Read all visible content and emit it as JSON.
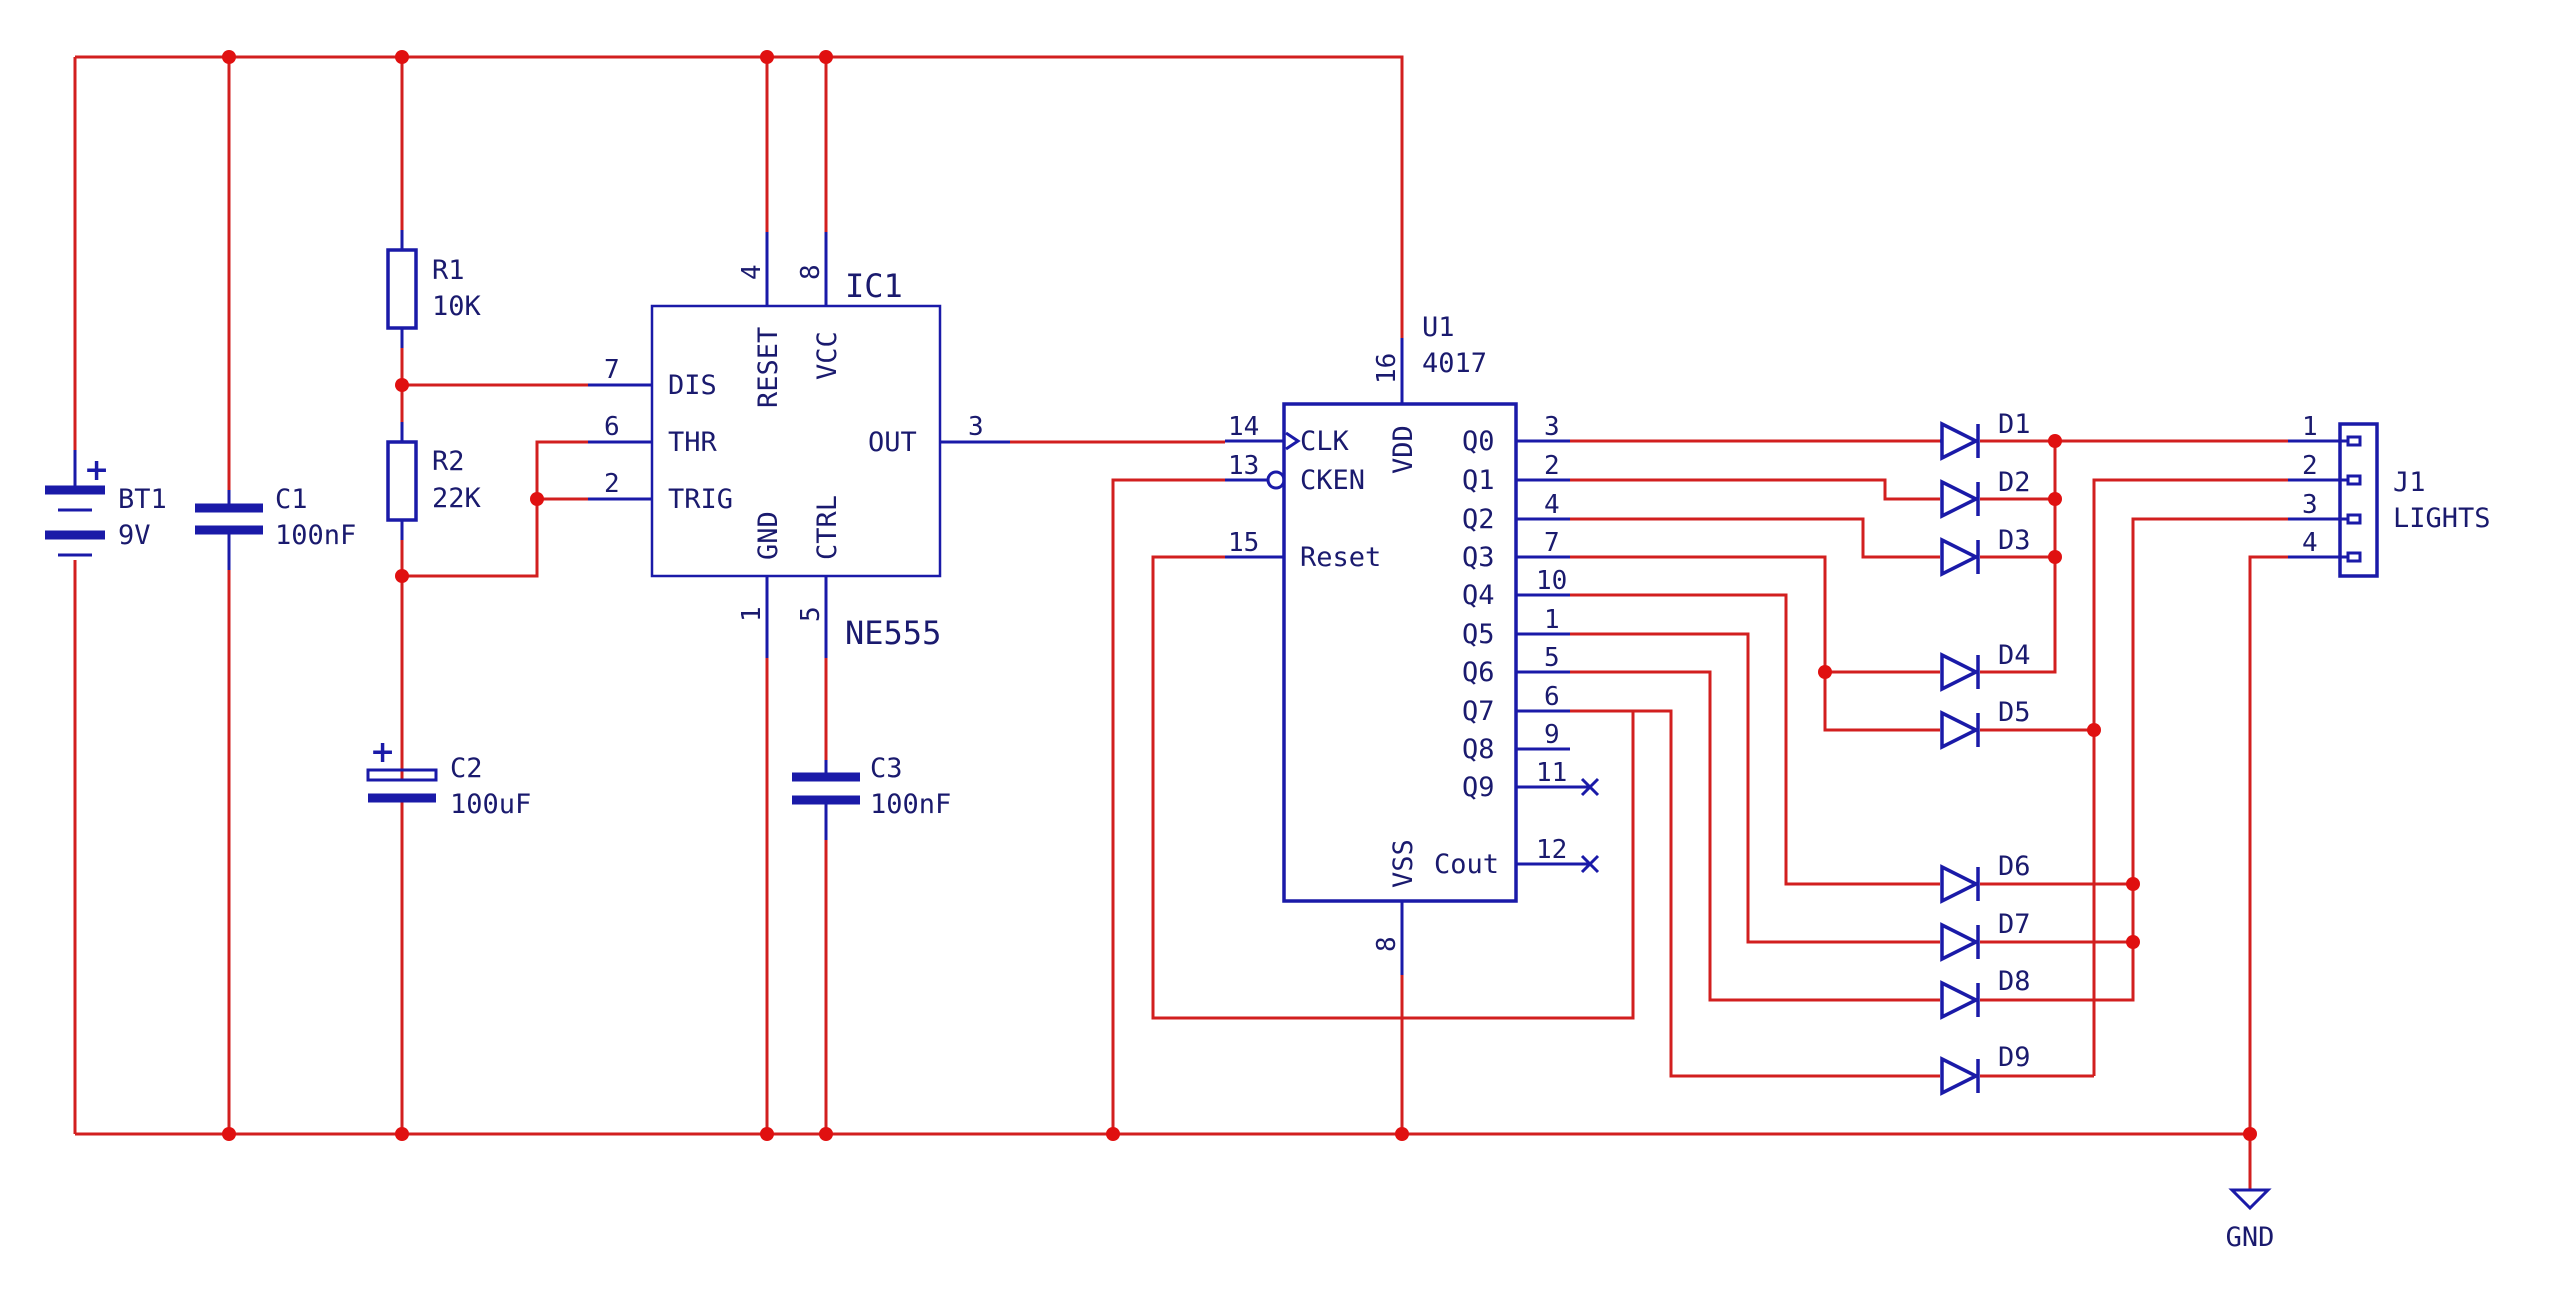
{
  "battery": {
    "ref": "BT1",
    "value": "9V",
    "plus": "+"
  },
  "c1": {
    "ref": "C1",
    "value": "100nF"
  },
  "r1": {
    "ref": "R1",
    "value": "10K"
  },
  "r2": {
    "ref": "R2",
    "value": "22K"
  },
  "c2": {
    "ref": "C2",
    "value": "100uF",
    "plus": "+"
  },
  "c3": {
    "ref": "C3",
    "value": "100nF"
  },
  "ic1": {
    "ref": "IC1",
    "value": "NE555",
    "pins": {
      "dis": {
        "name": "DIS",
        "num": "7"
      },
      "thr": {
        "name": "THR",
        "num": "6"
      },
      "trig": {
        "name": "TRIG",
        "num": "2"
      },
      "reset": {
        "name": "RESET",
        "num": "4"
      },
      "vcc": {
        "name": "VCC",
        "num": "8"
      },
      "out": {
        "name": "OUT",
        "num": "3"
      },
      "gnd": {
        "name": "GND",
        "num": "1"
      },
      "ctrl": {
        "name": "CTRL",
        "num": "5"
      }
    }
  },
  "u1": {
    "ref": "U1",
    "value": "4017",
    "pins": {
      "vdd": {
        "name": "VDD",
        "num": "16"
      },
      "vss": {
        "name": "VSS",
        "num": "8"
      },
      "clk": {
        "name": "CLK",
        "num": "14"
      },
      "cken": {
        "name": "CKEN",
        "num": "13"
      },
      "reset": {
        "name": "Reset",
        "num": "15"
      },
      "cout": {
        "name": "Cout",
        "num": "12"
      },
      "outputs": [
        {
          "name": "Q0",
          "num": "3"
        },
        {
          "name": "Q1",
          "num": "2"
        },
        {
          "name": "Q2",
          "num": "4"
        },
        {
          "name": "Q3",
          "num": "7"
        },
        {
          "name": "Q4",
          "num": "10"
        },
        {
          "name": "Q5",
          "num": "1"
        },
        {
          "name": "Q6",
          "num": "5"
        },
        {
          "name": "Q7",
          "num": "6"
        },
        {
          "name": "Q8",
          "num": "9"
        },
        {
          "name": "Q9",
          "num": "11"
        }
      ]
    }
  },
  "diodes": [
    "D1",
    "D2",
    "D3",
    "D4",
    "D5",
    "D6",
    "D7",
    "D8",
    "D9"
  ],
  "j1": {
    "ref": "J1",
    "value": "LIGHTS",
    "pins": [
      "1",
      "2",
      "3",
      "4"
    ]
  },
  "gnd": {
    "label": "GND"
  },
  "colors": {
    "wire": "#d21f1f",
    "component": "#1a1aa8",
    "junction": "#e01010",
    "text": "#1a1a6e"
  }
}
